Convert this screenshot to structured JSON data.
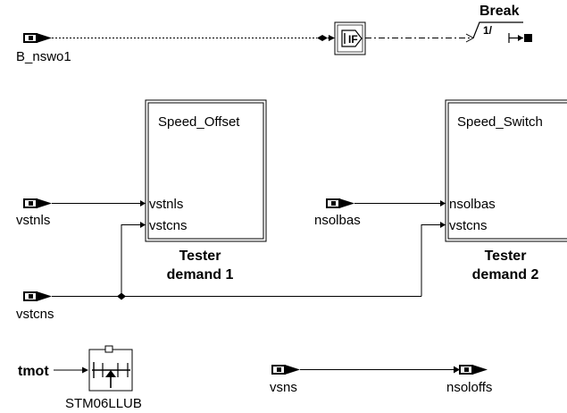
{
  "signals": {
    "b_nswo1": "B_nswo1",
    "vstnls": "vstnls",
    "vstcns": "vstcns",
    "nsolbas": "nsolbas",
    "tmot": "tmot",
    "vsns": "vsns",
    "nsoloffs": "nsoloffs"
  },
  "if_block": {
    "label": "IF"
  },
  "break_block": {
    "title": "Break",
    "value": "1/"
  },
  "block1": {
    "title": "Speed_Offset",
    "port_in1": "vstnls",
    "port_in2": "vstcns",
    "caption_line1": "Tester",
    "caption_line2": "demand 1"
  },
  "block2": {
    "title": "Speed_Switch",
    "port_in1": "nsolbas",
    "port_in2": "vstcns",
    "caption_line1": "Tester",
    "caption_line2": "demand 2"
  },
  "lookup": {
    "name": "STM06LLUB"
  }
}
